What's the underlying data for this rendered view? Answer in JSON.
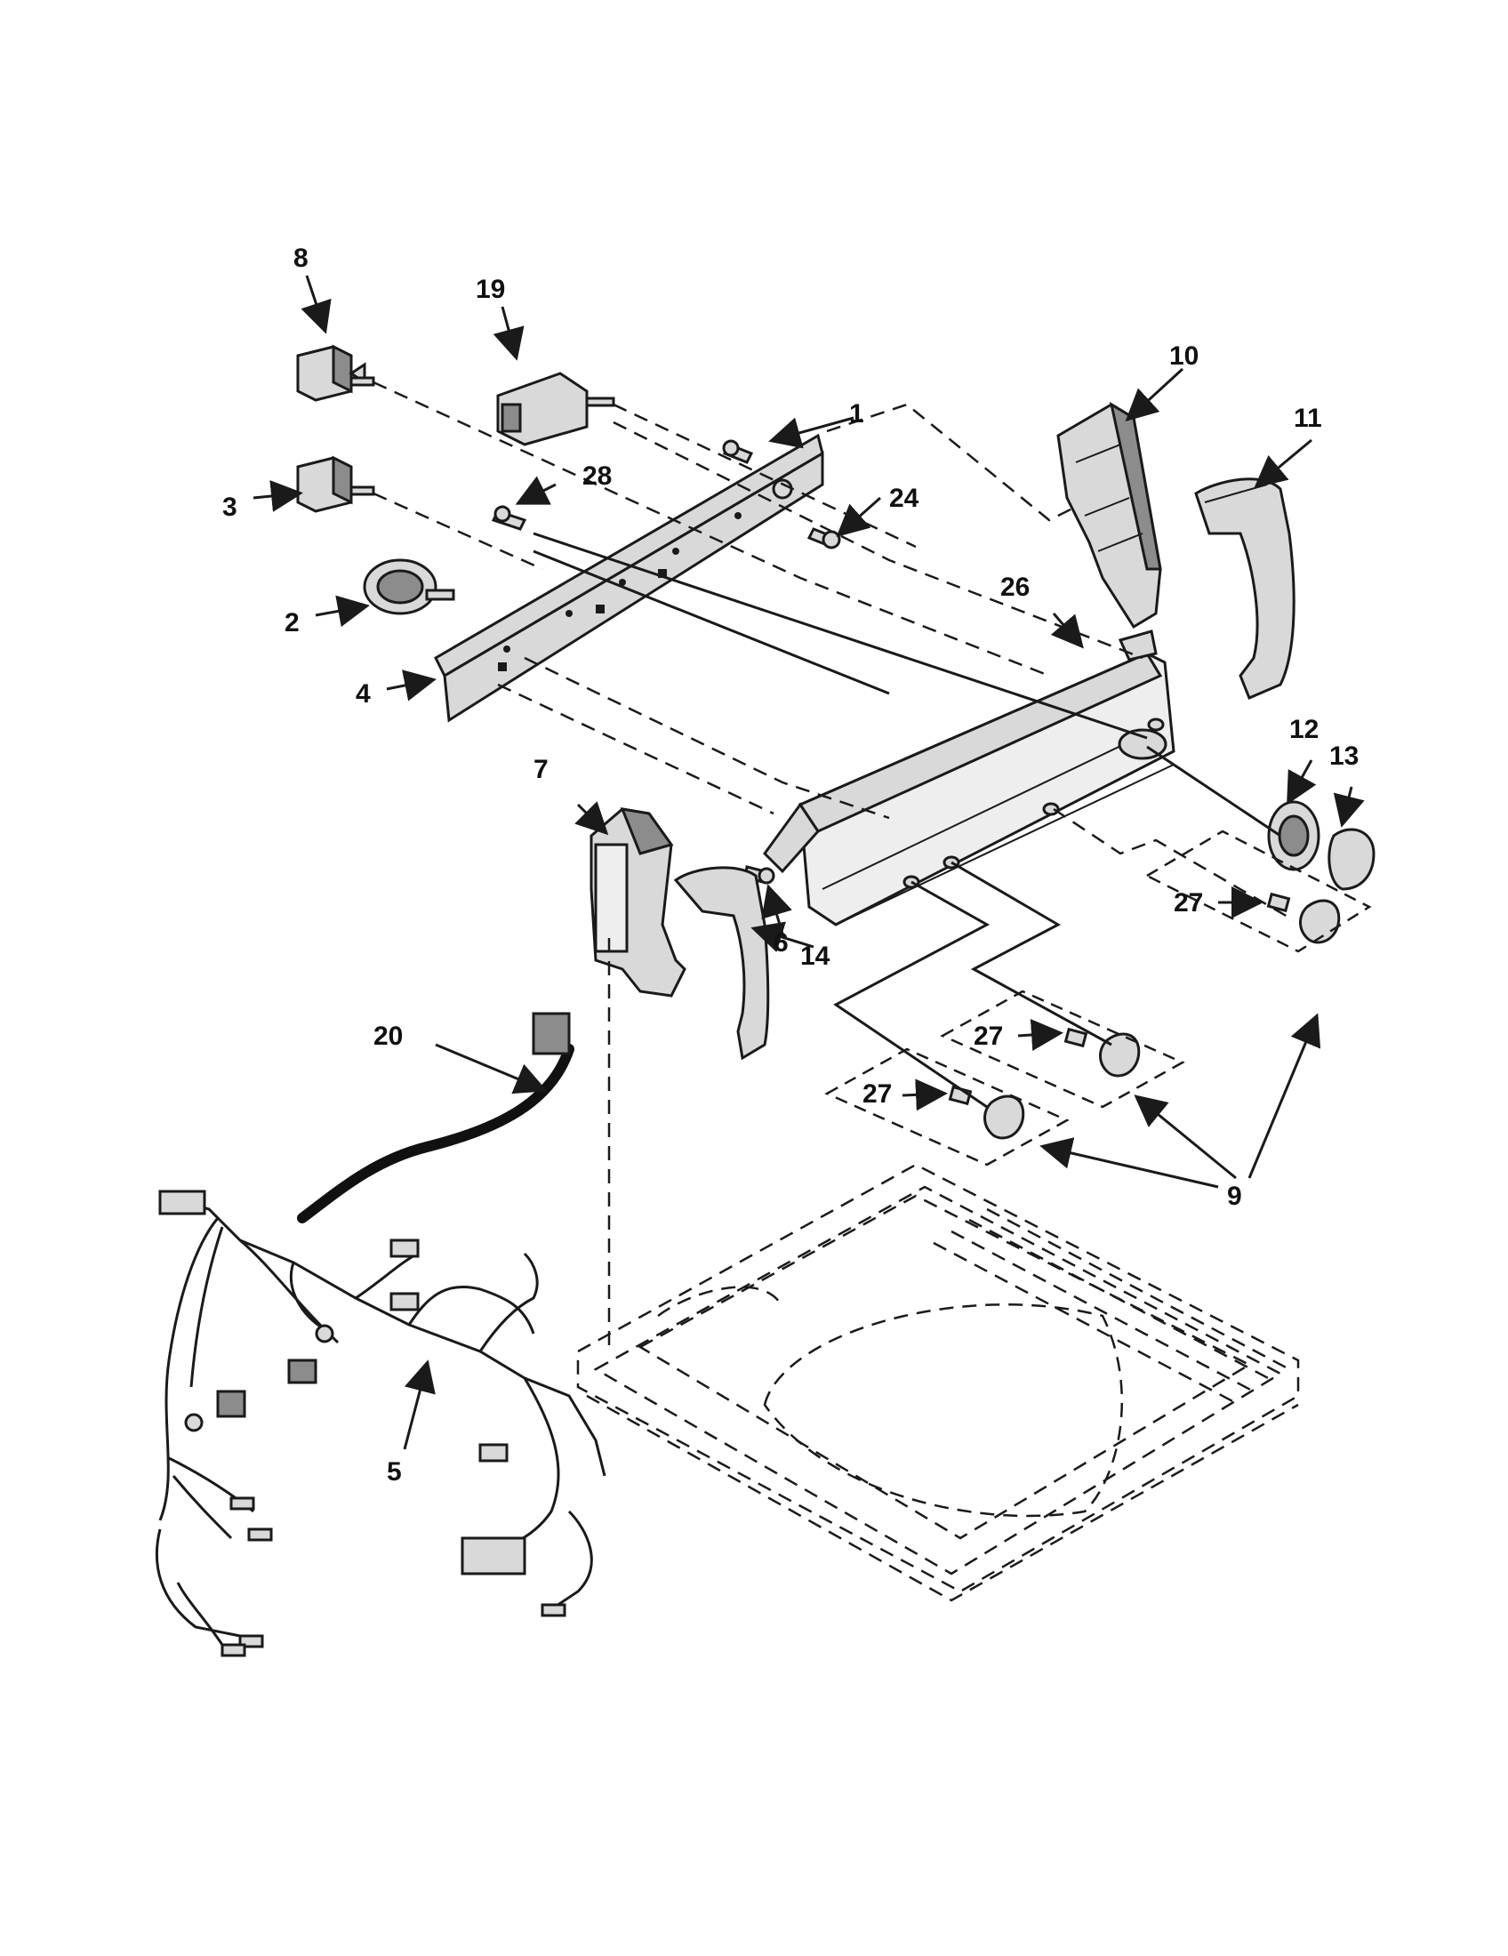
{
  "diagram": {
    "callouts": {
      "c1": "1",
      "c2": "2",
      "c3": "3",
      "c4": "4",
      "c5": "5",
      "c6": "6",
      "c7": "7",
      "c8": "8",
      "c9": "9",
      "c10": "10",
      "c11": "11",
      "c12": "12",
      "c13": "13",
      "c14": "14",
      "c19": "19",
      "c20": "20",
      "c24": "24",
      "c26": "26",
      "c27a": "27",
      "c27b": "27",
      "c27c": "27",
      "c28": "28"
    },
    "colors": {
      "ink": "#1a1a1a",
      "part_fill": "#d9d9d9",
      "part_dark": "#8c8c8c",
      "background": "#ffffff"
    }
  }
}
